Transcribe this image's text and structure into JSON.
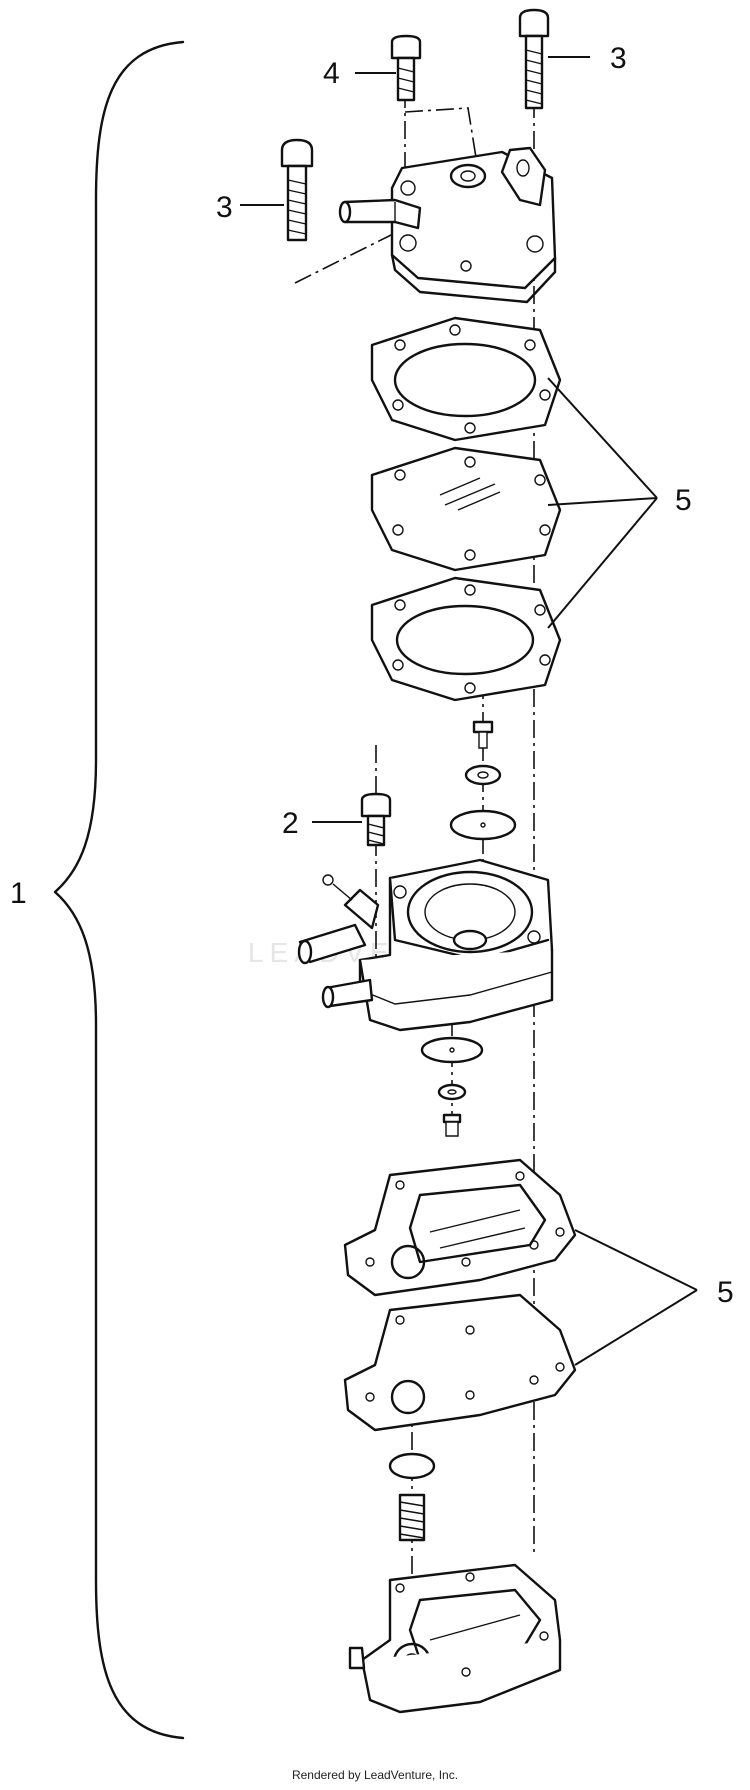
{
  "callouts": {
    "assembly": "1",
    "screw_small": "2",
    "bolt_long_right": "3",
    "bolt_long_left": "3",
    "screw_top": "4",
    "gaskets_upper": "5",
    "gaskets_lower": "5"
  },
  "watermark": "LEADVENTURE",
  "footer": "Rendered by LeadVenture, Inc."
}
